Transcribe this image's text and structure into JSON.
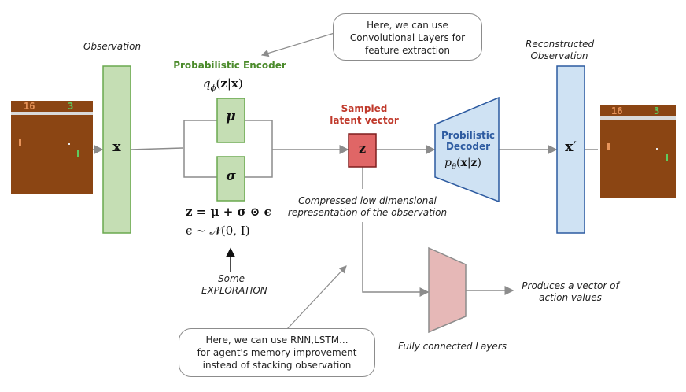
{
  "labels": {
    "observation": "Observation",
    "encoder_title": "Probabilistic Encoder",
    "encoder_formula": "q",
    "sampled_latent": "Sampled latent vector",
    "decoder_title": "Probilistic Decoder",
    "reconstructed": "Reconstructed Observation",
    "compressed": "Compressed  low dimensional representation  of the observation",
    "some_exploration_1": "Some",
    "some_exploration_2": "EXPLORATION",
    "fully_connected": "Fully connected Layers",
    "produces": "Produces a vector of action values"
  },
  "bubbles": {
    "conv": [
      "Here, we can use",
      "Convolutional Layers for",
      "feature extraction"
    ],
    "rnn": [
      "Here, we can use RNN,LSTM...",
      "for agent's memory  improvement",
      "instead of stacking observation"
    ]
  },
  "symbols": {
    "x": "x",
    "mu": "μ",
    "sigma": "σ",
    "z": "z",
    "x_prime": "x′"
  },
  "equations": {
    "z_eq": "z = μ + σ ⊙ ϵ",
    "eps_eq": "ϵ ∼ 𝒩(0, I)"
  },
  "game_scores": {
    "left": "16",
    "right": "3"
  },
  "colors": {
    "encoder_green": "#4a8a2a",
    "sampled_red": "#c0392b",
    "decoder_blue": "#2c5aa0",
    "x_box_fill": "#c5deb4",
    "x_box_stroke": "#6aa84f",
    "z_fill": "#e06666",
    "decoder_fill": "#cfe2f3",
    "fc_fill": "#e6b8b7",
    "game_bg": "#8b4513"
  }
}
